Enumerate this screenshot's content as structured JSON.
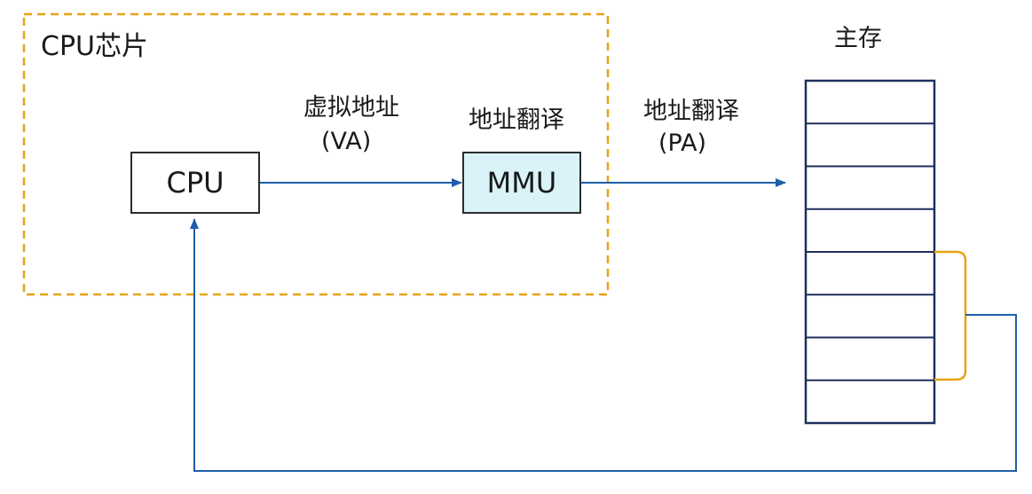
{
  "chip": {
    "title": "CPU芯片"
  },
  "cpu": {
    "label": "CPU"
  },
  "mmu": {
    "label": "MMU",
    "caption": "地址翻译"
  },
  "virtual_address": {
    "line1": "虚拟地址",
    "line2": "(VA)"
  },
  "physical_address": {
    "line1": "地址翻译",
    "line2": "(PA)"
  },
  "memory": {
    "title": "主存",
    "rows": 8
  },
  "colors": {
    "chip_border": "#e8a317",
    "arrow": "#1f5fa8",
    "memory_border": "#1e2f5c",
    "bracket": "#e8a317",
    "mmu_fill": "#d9f3f8"
  }
}
